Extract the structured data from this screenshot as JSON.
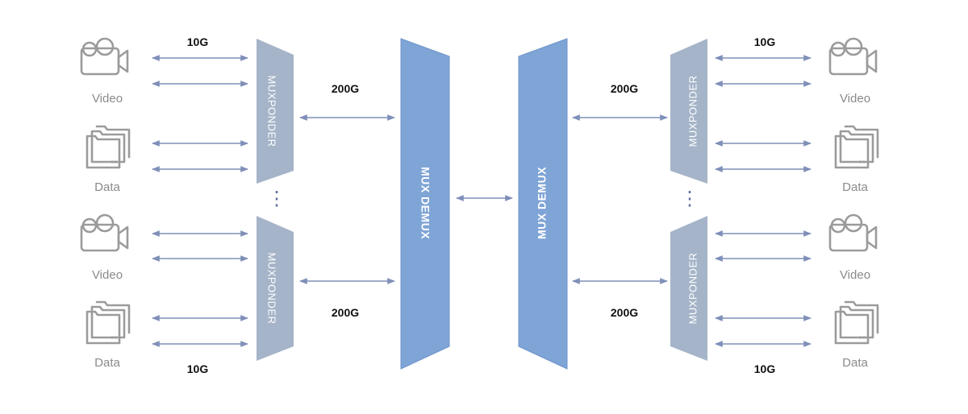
{
  "labels": {
    "video": "Video",
    "data": "Data",
    "rate_10g": "10G",
    "rate_200g": "200G",
    "muxponder": "MUXPONDER",
    "mux_demux": "MUX DEMUX",
    "ellipsis": "⋮"
  },
  "colors": {
    "muxponder": "#a5b4c8",
    "mux_demux": "#7fa4d6",
    "mux_demux_stroke": "#6d93c8",
    "arrow": "#7f8fb8",
    "icon": "#9b9b9b"
  },
  "icons": {
    "video": "video-camera-icon",
    "data": "stacked-folders-icon"
  }
}
